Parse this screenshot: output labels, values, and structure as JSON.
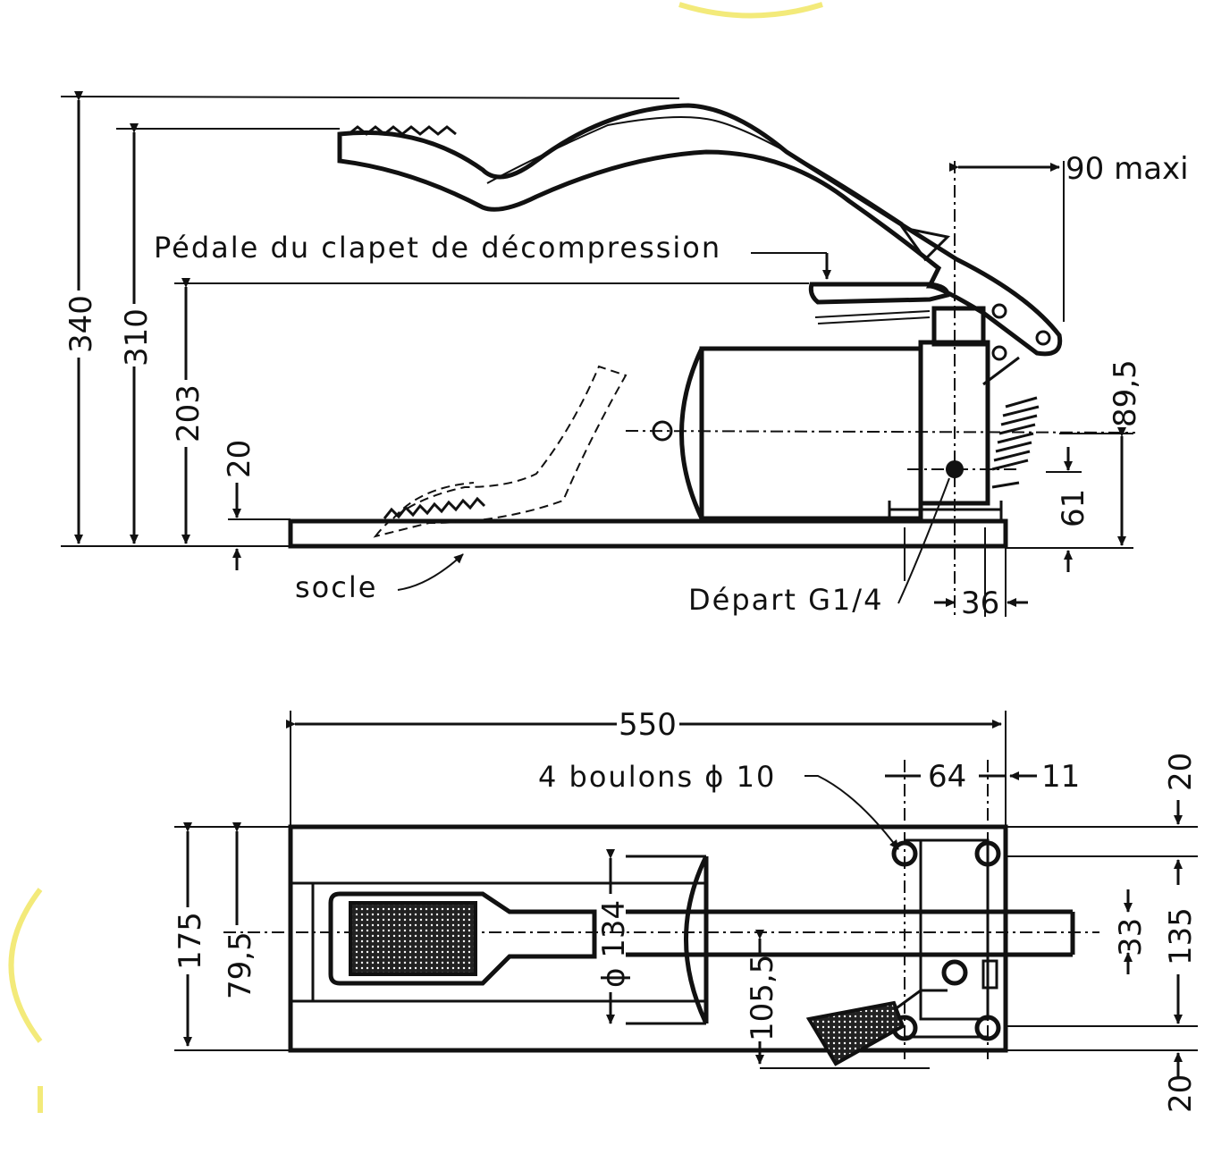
{
  "side_view": {
    "dimensions": {
      "total_height": "340",
      "pedal_height": "310",
      "valve_pedal_height": "203",
      "base_thickness": "20",
      "overhang": "90 maxi",
      "axis_height": "89,5",
      "outlet_height": "61",
      "outlet_offset": "36"
    },
    "labels": {
      "valve_pedal": "Pédale du clapet de décompression",
      "base": "socle",
      "outlet": "Départ G1/4"
    }
  },
  "top_view": {
    "dimensions": {
      "length": "550",
      "bolt_spacing": "64",
      "bolt_edge": "11",
      "width": "175",
      "half_width": "79,5",
      "cylinder_diameter": "ϕ 134",
      "cylinder_offset": "105,5",
      "hole_spacing": "135",
      "margin_top": "20",
      "margin_bottom": "20",
      "outlet_width": "33"
    },
    "labels": {
      "bolts": "4 boulons ϕ 10"
    }
  },
  "colors": {
    "ink": "#111111",
    "watermark": "#f3ea7a"
  }
}
